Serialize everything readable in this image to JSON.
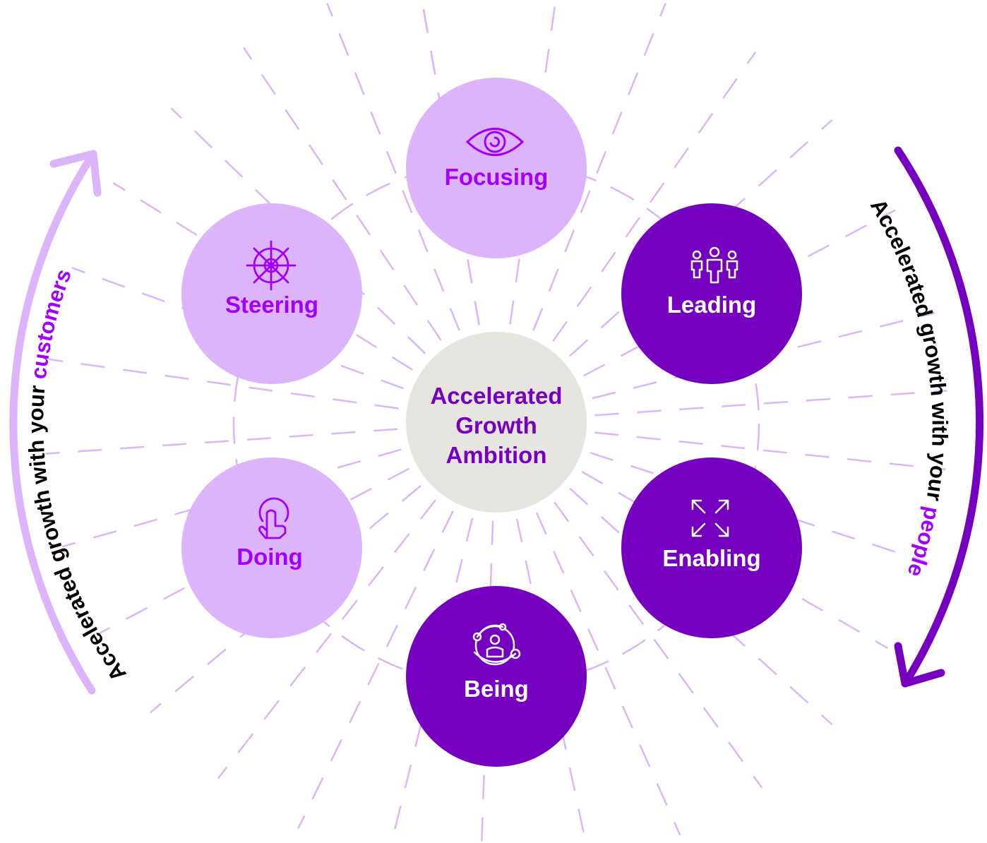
{
  "center": {
    "lines": [
      "Accelerated",
      "Growth",
      "Ambition"
    ]
  },
  "nodes": [
    {
      "id": "focusing",
      "label": "Focusing",
      "icon": "eye-icon",
      "variant": "light"
    },
    {
      "id": "steering",
      "label": "Steering",
      "icon": "ship-wheel-icon",
      "variant": "light"
    },
    {
      "id": "doing",
      "label": "Doing",
      "icon": "pointer-hand-icon",
      "variant": "light"
    },
    {
      "id": "leading",
      "label": "Leading",
      "icon": "people-group-icon",
      "variant": "dark"
    },
    {
      "id": "enabling",
      "label": "Enabling",
      "icon": "expand-arrows-icon",
      "variant": "dark"
    },
    {
      "id": "being",
      "label": "Being",
      "icon": "person-network-icon",
      "variant": "dark"
    }
  ],
  "arcs": {
    "left": {
      "prefix": "Accelerated growth with your ",
      "highlight": "customers"
    },
    "right": {
      "prefix": "Accelerated growth with your ",
      "highlight": "people"
    }
  },
  "colors": {
    "light_circle": "#dcb4fc",
    "dark_circle": "#7500c0",
    "accent_text": "#a100ff",
    "center_fill": "#e6e5df",
    "center_text": "#7500c0",
    "dash_line": "#dcb4fc",
    "arrow_left": "#dcb4fc",
    "arrow_right": "#7500c0",
    "arc_text": "#000000"
  }
}
